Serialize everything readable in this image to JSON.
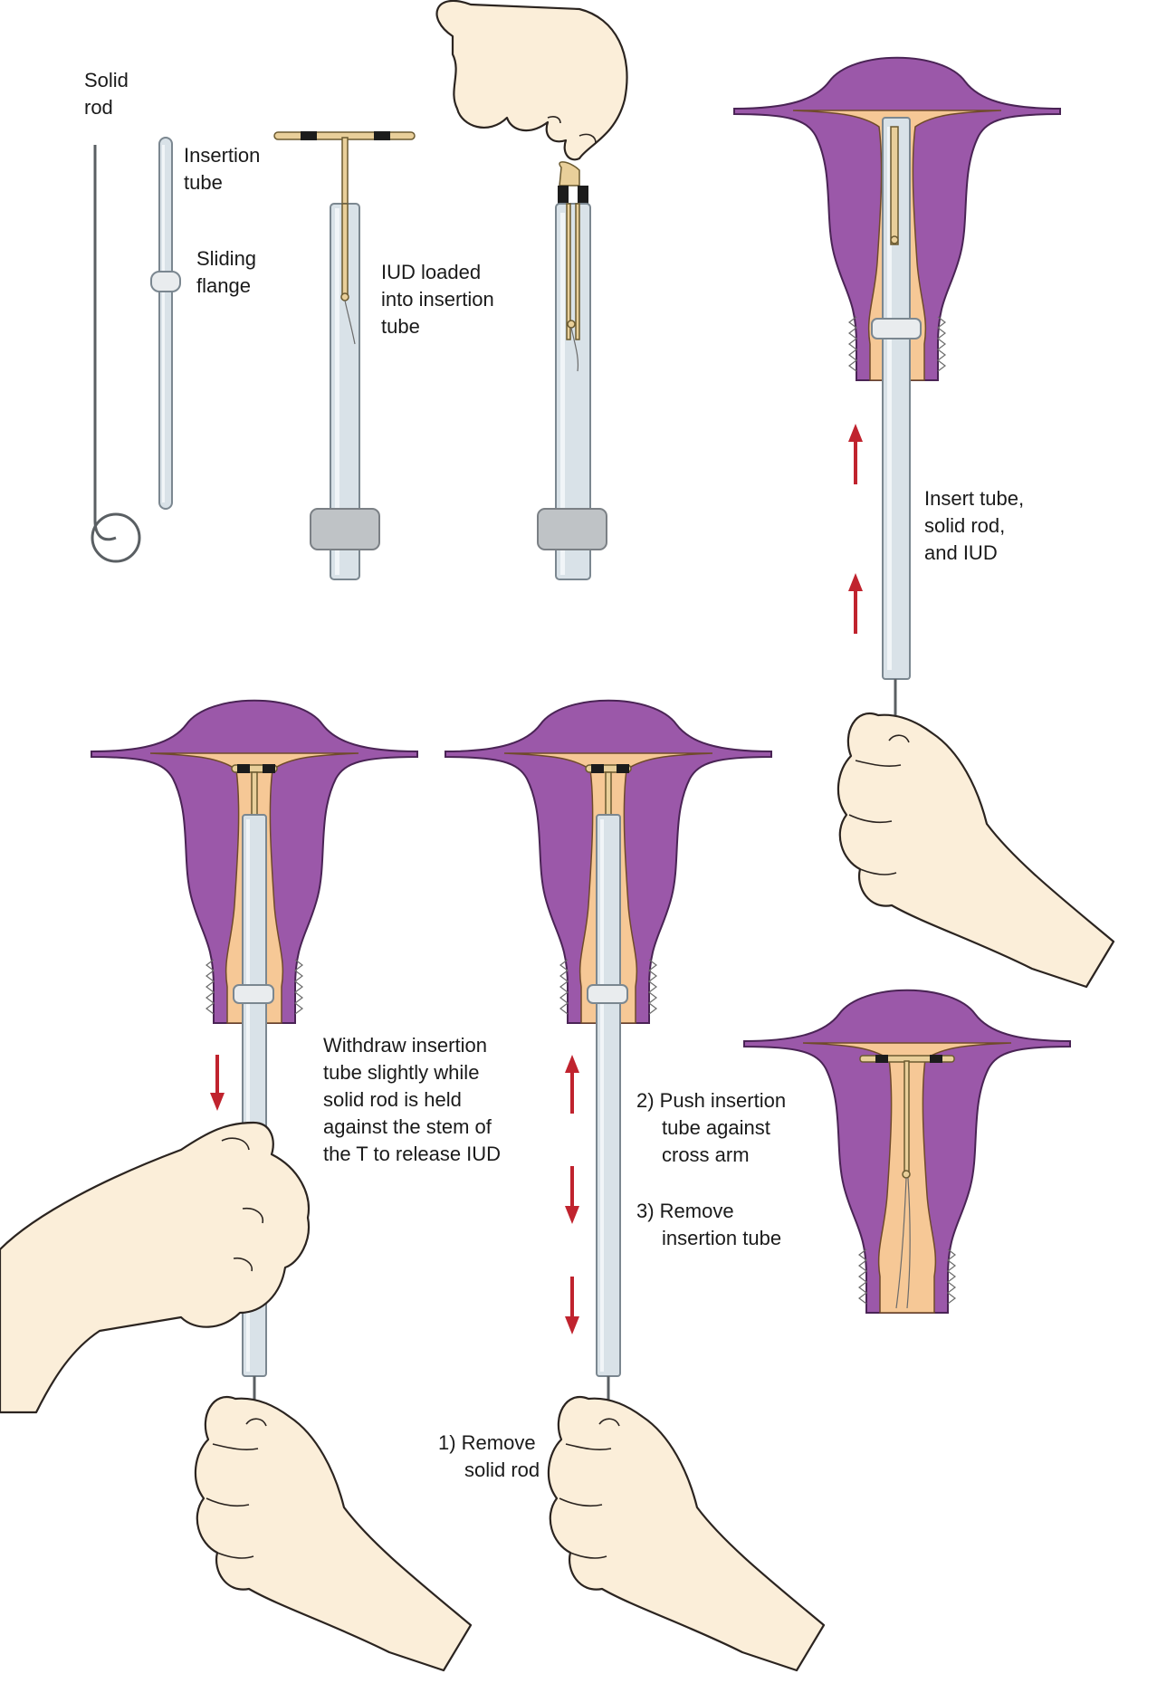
{
  "labels": {
    "solid_rod": [
      "Solid",
      "rod"
    ],
    "insertion_tube": [
      "Insertion",
      "tube"
    ],
    "sliding_flange": [
      "Sliding",
      "flange"
    ],
    "iud_loaded": [
      "IUD loaded",
      "into insertion",
      "tube"
    ],
    "insert_step": [
      "Insert tube,",
      "solid rod,",
      "and IUD"
    ],
    "withdraw_step": [
      "Withdraw insertion",
      "tube slightly while",
      "solid rod is held",
      "against the stem of",
      "the T to release IUD"
    ],
    "push_step": [
      "2) Push insertion",
      "tube against",
      "cross arm"
    ],
    "remove_tube_step": [
      "3) Remove",
      "insertion tube"
    ],
    "remove_rod_step": [
      "1) Remove",
      "solid rod"
    ]
  },
  "colors": {
    "uterus": "#9b58a9",
    "cavity": "#f6c896",
    "arrow": "#c0232e",
    "tube": "#d9e2e8",
    "flange": "#bfc3c6",
    "skin": "#fbeed9"
  }
}
